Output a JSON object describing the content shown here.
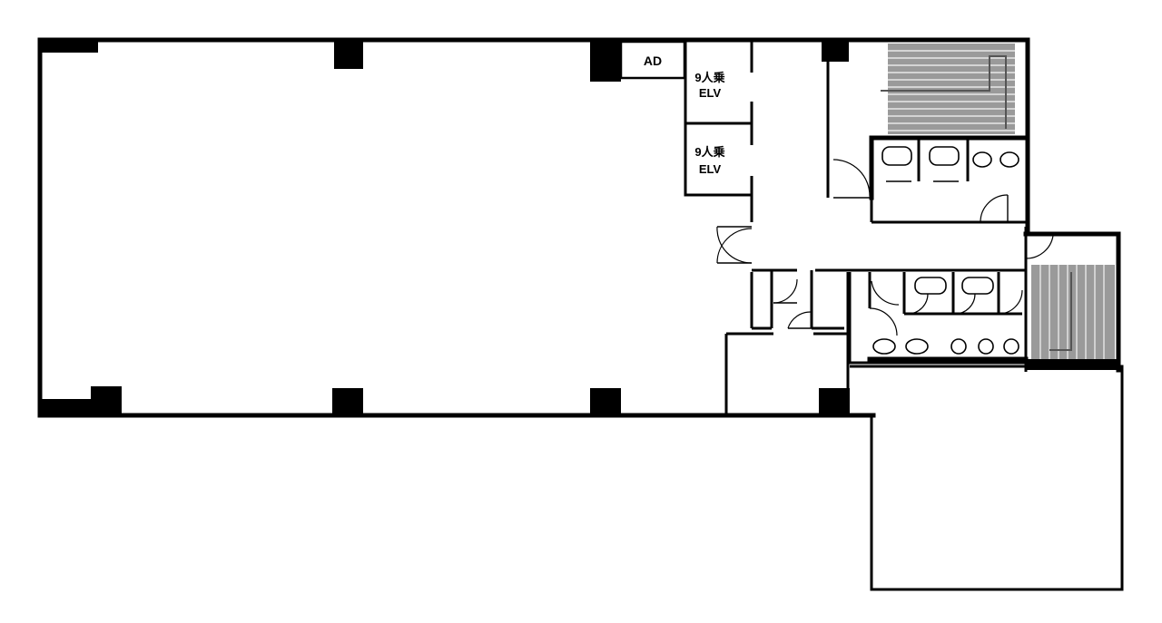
{
  "labels": {
    "ad": "AD",
    "elevator_1_line1": "9人乗",
    "elevator_1_line2": "ELV",
    "elevator_2_line1": "9人乗",
    "elevator_2_line2": "ELV"
  },
  "colors": {
    "wall": "#000000",
    "stair": "#9a9a9a",
    "background": "#ffffff"
  }
}
